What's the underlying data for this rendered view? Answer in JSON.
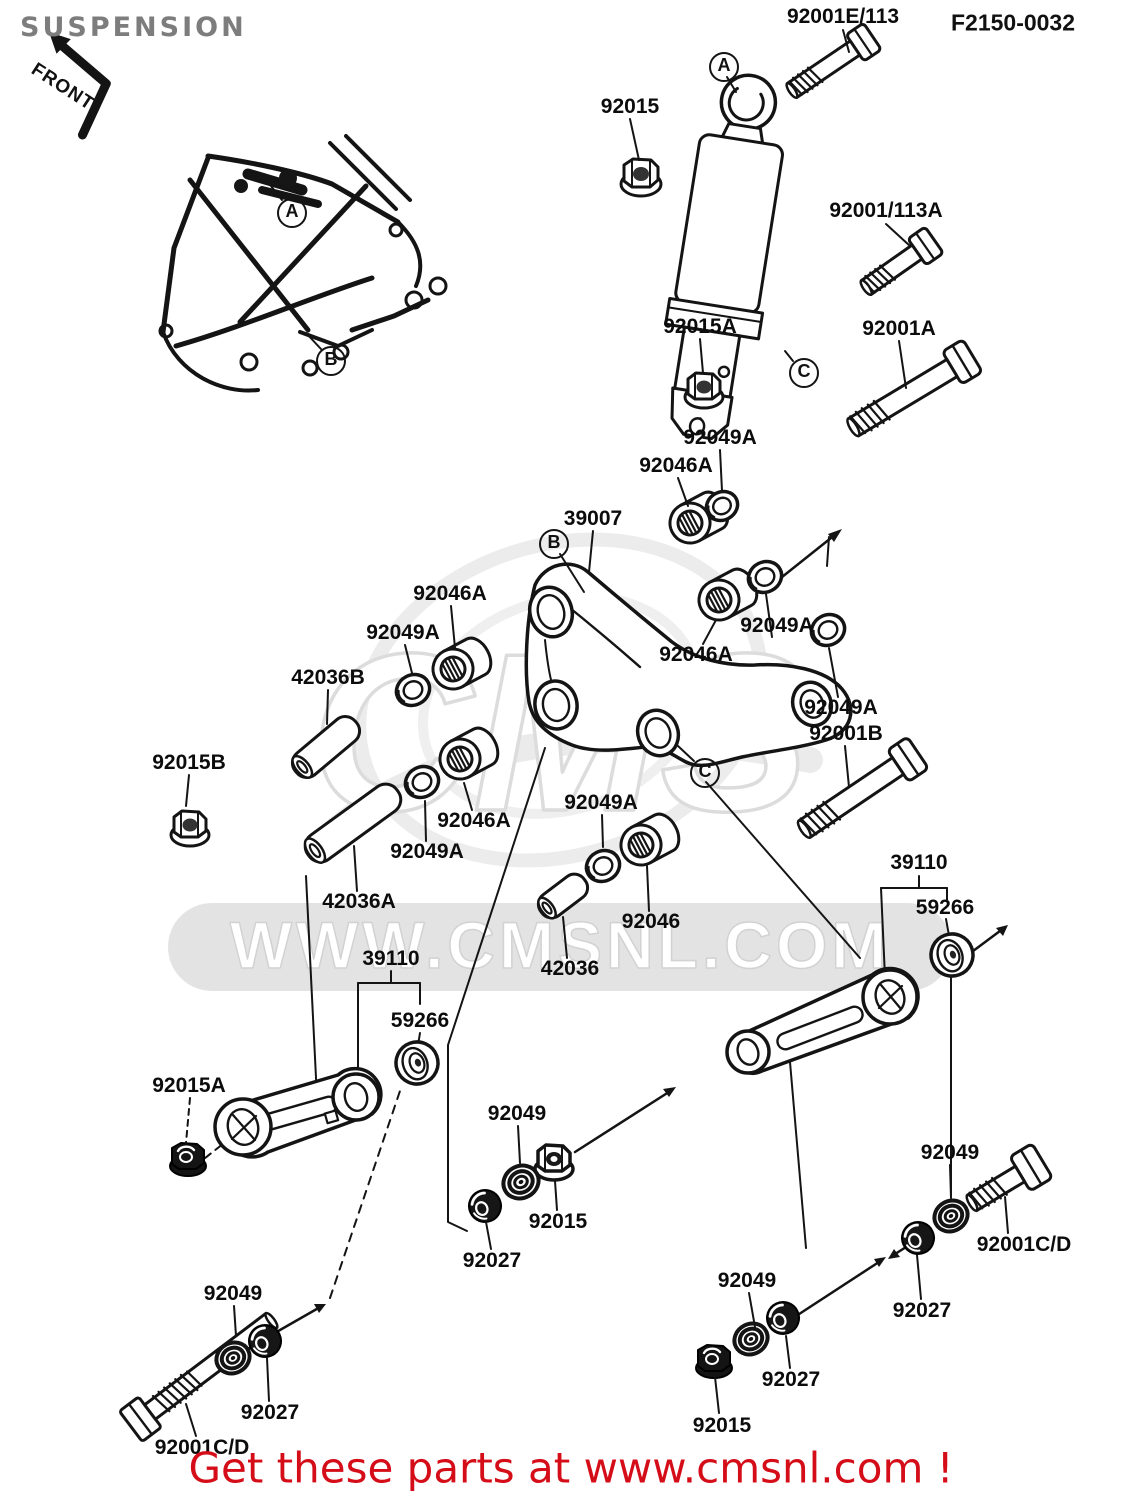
{
  "header": {
    "title": "SUSPENSION",
    "diagram_code": "F2150-0032"
  },
  "footer": {
    "text": "Get these parts at www.cmsnl.com !"
  },
  "watermark": {
    "logo_text": "CMS",
    "url_text": "WWW.CMSNL.COM"
  },
  "front_stamp": {
    "text": "FRONT"
  },
  "colors": {
    "accent_red": "#d40d18",
    "title_gray": "#7d7d7d",
    "ink": "#141414",
    "watermark_gray": "#e0e0e0"
  },
  "ref_markers": [
    {
      "letter": "A"
    },
    {
      "letter": "A"
    },
    {
      "letter": "B"
    },
    {
      "letter": "B"
    },
    {
      "letter": "C"
    },
    {
      "letter": "C"
    }
  ],
  "parts": [
    {
      "text": "92001E/113"
    },
    {
      "text": "92015"
    },
    {
      "text": "92001/113A"
    },
    {
      "text": "92015A"
    },
    {
      "text": "92001A"
    },
    {
      "text": "92049A"
    },
    {
      "text": "92046A"
    },
    {
      "text": "39007"
    },
    {
      "text": "92046A"
    },
    {
      "text": "92049A"
    },
    {
      "text": "92049A"
    },
    {
      "text": "92046A"
    },
    {
      "text": "42036B"
    },
    {
      "text": "92049A"
    },
    {
      "text": "92001B"
    },
    {
      "text": "92015B"
    },
    {
      "text": "92046A"
    },
    {
      "text": "92049A"
    },
    {
      "text": "92049A"
    },
    {
      "text": "42036A"
    },
    {
      "text": "92046"
    },
    {
      "text": "42036"
    },
    {
      "text": "39110"
    },
    {
      "text": "59266"
    },
    {
      "text": "39110"
    },
    {
      "text": "59266"
    },
    {
      "text": "92015A"
    },
    {
      "text": "92049"
    },
    {
      "text": "92015"
    },
    {
      "text": "92027"
    },
    {
      "text": "92049"
    },
    {
      "text": "92001C/D"
    },
    {
      "text": "92027"
    },
    {
      "text": "92049"
    },
    {
      "text": "92027"
    },
    {
      "text": "92015"
    },
    {
      "text": "92049"
    },
    {
      "text": "92027"
    },
    {
      "text": "92001C/D"
    }
  ]
}
